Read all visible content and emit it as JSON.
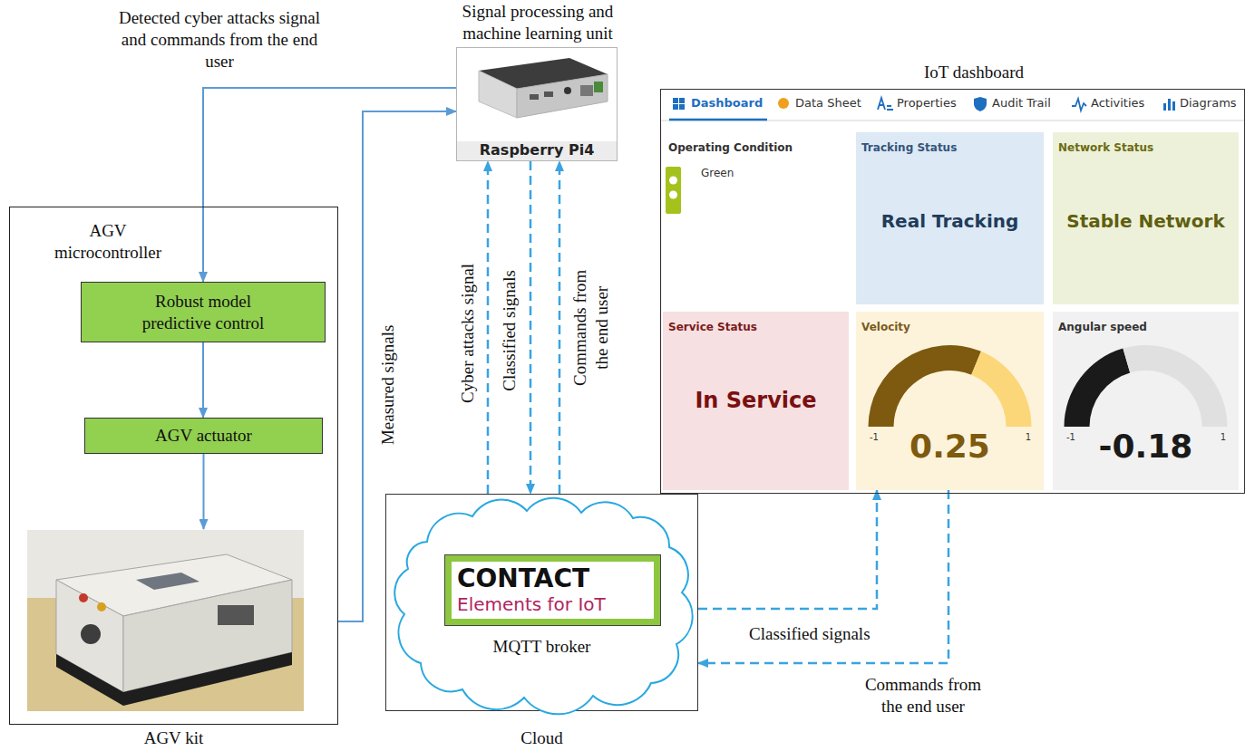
{
  "diagram": {
    "nodes": [
      {
        "text": [
          "Signal processing and machine learning unit",
          "Raspberry Pi4"
        ]
      },
      {
        "text": [
          "IoT dashboard"
        ]
      },
      {
        "text": [
          "Operating Condition",
          "Green"
        ],
        "in": 1
      },
      {
        "text": [
          "Tracking Status",
          "Real Tracking"
        ],
        "in": 1
      },
      {
        "text": [
          "Network Status",
          "Stable Network"
        ],
        "in": 1
      },
      {
        "text": [
          "Service Status",
          "In Service"
        ],
        "in": 1
      },
      {
        "text": [
          "Velocity",
          "-1",
          "1",
          "0.25"
        ],
        "in": 1
      },
      {
        "text": [
          "Angular speed",
          "-1",
          "1",
          "-0.18"
        ],
        "in": 1
      },
      {
        "text": [
          "AGV microcontroller",
          "AGV kit"
        ]
      },
      {
        "text": [
          "Robust model predictive control"
        ],
        "in": 8
      },
      {
        "text": [
          "AGV actuator"
        ],
        "in": 8
      },
      {
        "text": [
          "MQTT broker",
          "Cloud"
        ]
      },
      {
        "text": [
          "CONTACT",
          "Elements for IoT"
        ],
        "in": 11
      }
    ],
    "edges": [
      {
        "from": 0,
        "to": 9,
        "arrow": "to",
        "label": "Detected cyber attacks signal and commands from the end user"
      },
      {
        "from": 8,
        "to": 0,
        "arrow": "to",
        "label": "Measured signals"
      },
      {
        "from": 9,
        "to": 10,
        "arrow": "to"
      },
      {
        "from": 11,
        "to": 0,
        "arrow": "to",
        "label": "Cyber attacks signal"
      },
      {
        "from": 0,
        "to": 11,
        "arrow": "to",
        "label": "Classified signals"
      },
      {
        "from": 11,
        "to": 0,
        "arrow": "to",
        "label": "Commands from the end user"
      },
      {
        "from": 11,
        "to": 6,
        "arrow": "to",
        "label": "Classified signals"
      },
      {
        "from": 6,
        "to": 11,
        "arrow": "to",
        "label": "Commands from the end user"
      }
    ],
    "labels": [
      "Dashboard",
      "Data Sheet",
      "Properties",
      "Audit Trail",
      "Activities",
      "Diagrams"
    ]
  }
}
